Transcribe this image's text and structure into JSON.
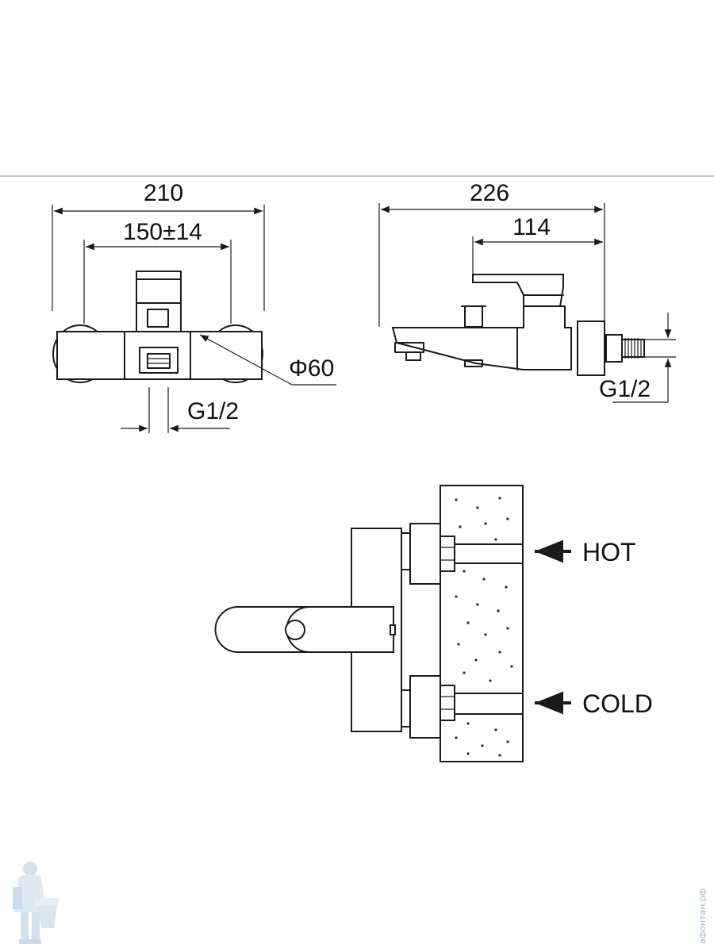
{
  "front_view": {
    "overall_width": "210",
    "center_distance": "150±14",
    "flange_diameter": "Φ60",
    "thread": "G1/2"
  },
  "side_view": {
    "overall_depth": "226",
    "body_depth": "114",
    "thread": "G1/2"
  },
  "install_view": {
    "hot_label": "HOT",
    "cold_label": "COLD"
  },
  "watermark": {
    "side_text": "афонтан.рф"
  },
  "colors": {
    "line": "#1a1a1a",
    "watermark": "#9fb6cc",
    "top_rule": "#c8c8c8"
  }
}
